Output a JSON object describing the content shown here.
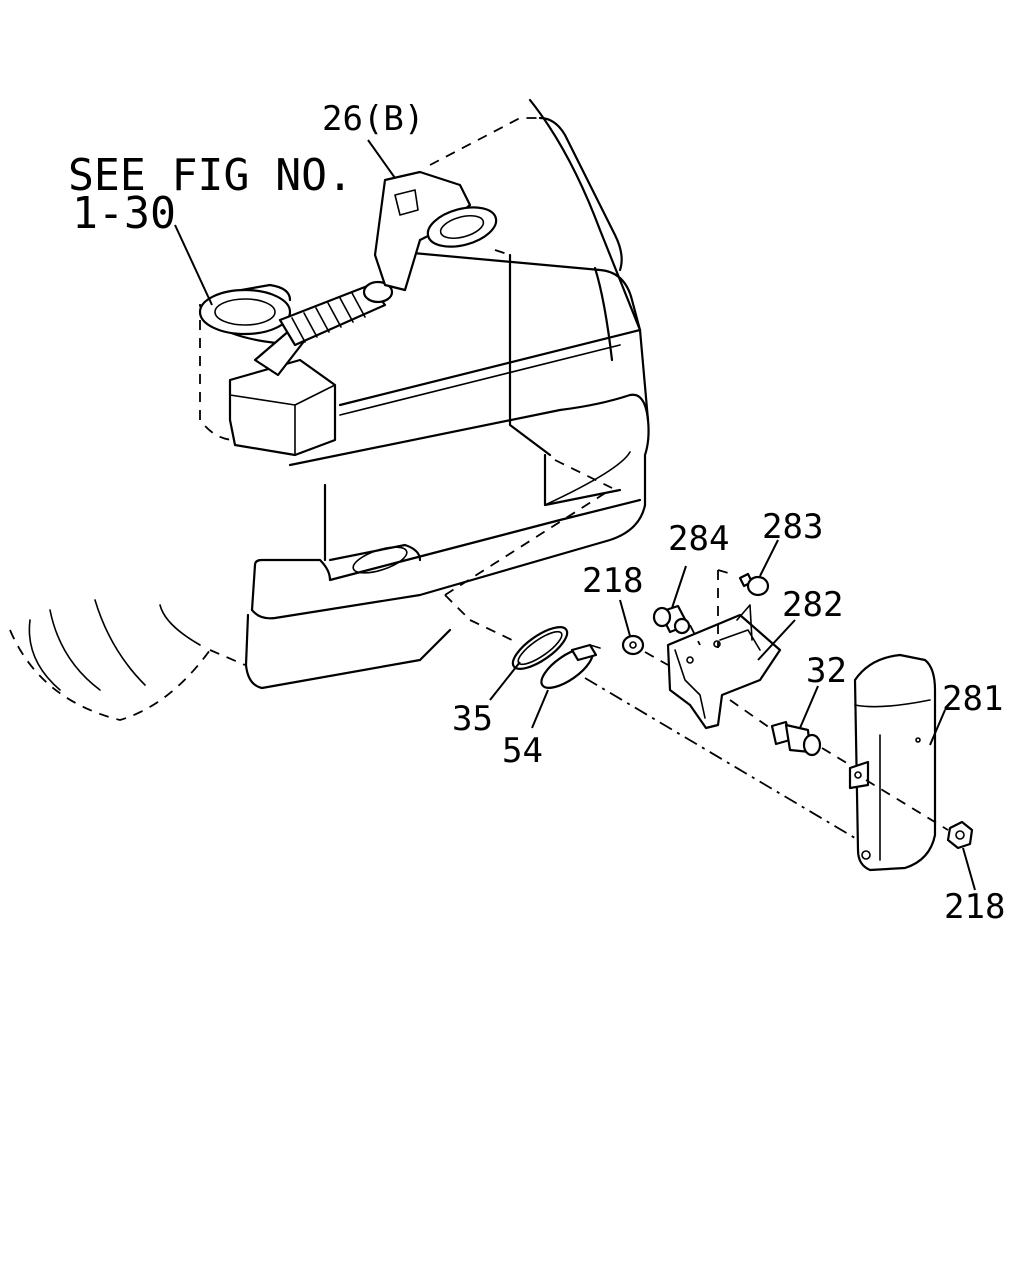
{
  "reference_note": {
    "line1": "SEE FIG NO.",
    "line2": "1-30"
  },
  "callouts": {
    "c26b": "26(B)",
    "c284": "284",
    "c283": "283",
    "c218_top": "218",
    "c282": "282",
    "c32": "32",
    "c281": "281",
    "c35": "35",
    "c54": "54",
    "c218_bottom": "218"
  },
  "colors": {
    "ink": "#000000",
    "paper": "#ffffff"
  }
}
